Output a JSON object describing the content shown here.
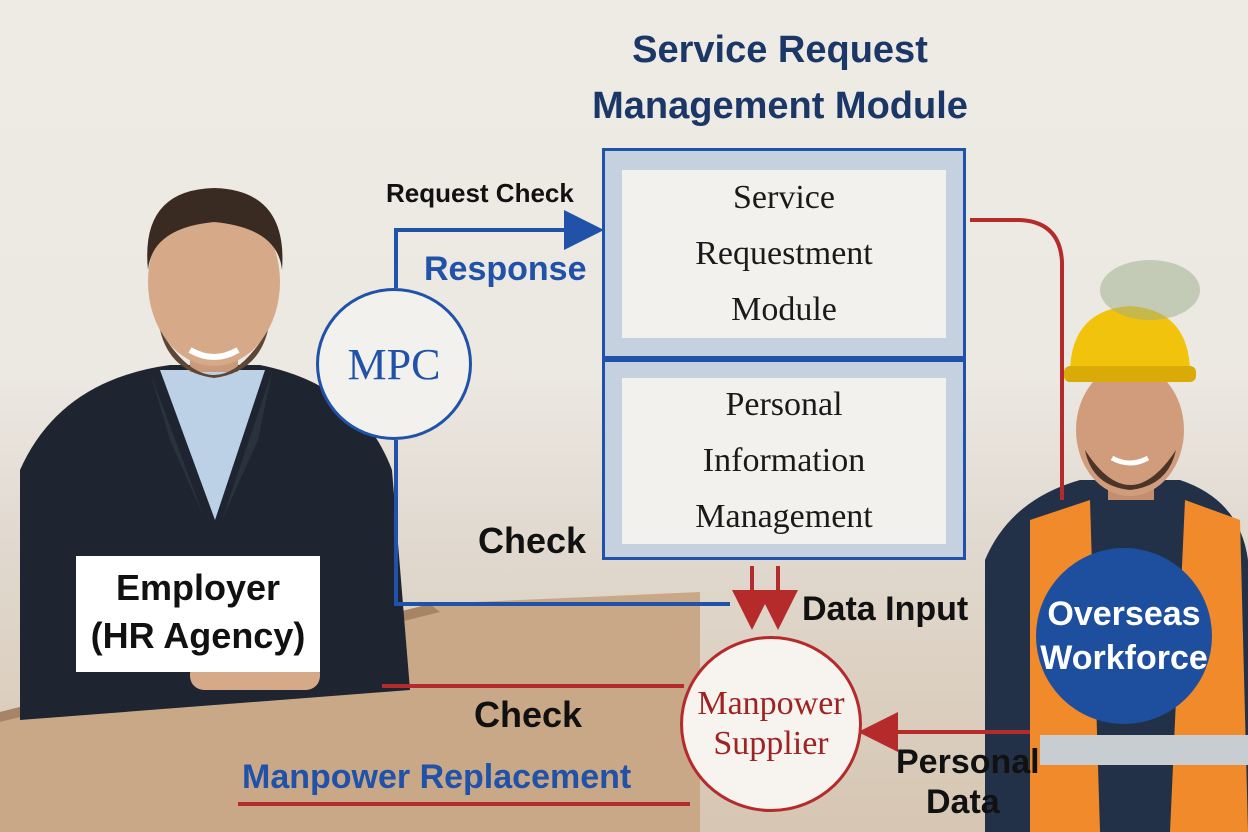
{
  "title": {
    "line1": "Service Request",
    "line2": "Management Module"
  },
  "module": {
    "box1": [
      "Service",
      "Requestment",
      "Module"
    ],
    "box2": [
      "Personal",
      "Information",
      "Management"
    ]
  },
  "nodes": {
    "mpc": "MPC",
    "employer": [
      "Employer",
      "(HR Agency)"
    ],
    "overseas": [
      "Overseas",
      "Workforce"
    ],
    "supplier": [
      "Manpower",
      "Supplier"
    ]
  },
  "labels": {
    "request_check": "Request Check",
    "response": "Response",
    "check_left": "Check",
    "data_input": "Data Input",
    "check_bottom": "Check",
    "manpower_replacement": "Manpower Replacement",
    "personal_data": [
      "Personal",
      "Data"
    ]
  },
  "colors": {
    "blue": "#1f52a8",
    "red": "#b52a2a",
    "title": "#1b3768"
  }
}
